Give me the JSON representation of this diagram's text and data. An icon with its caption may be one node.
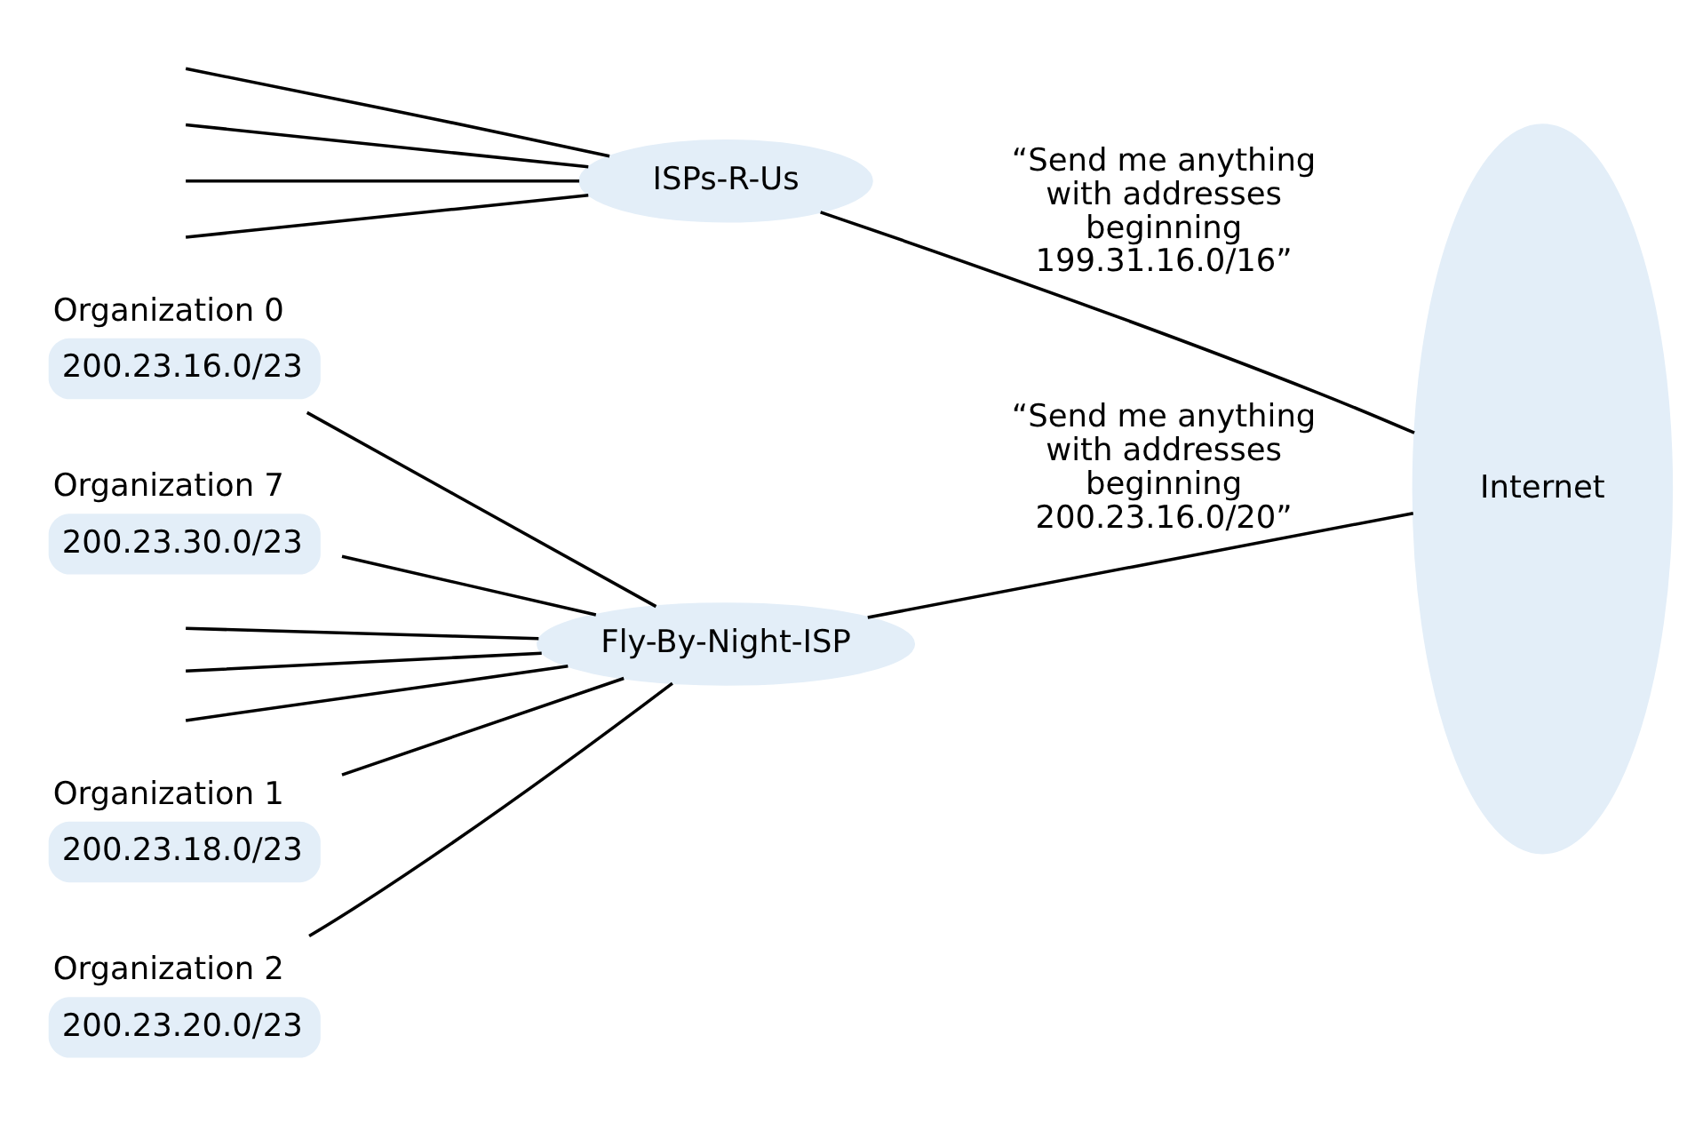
{
  "diagram": {
    "nodes": [
      {
        "text": [
          "Organization 0",
          "200.23.16.0/23"
        ]
      },
      {
        "text": [
          "Organization 1",
          "200.23.18.0/23"
        ]
      },
      {
        "text": [
          "Organization 2",
          "200.23.20.0/23"
        ]
      },
      {
        "text": [
          "Organization 7",
          "200.23.30.0/23"
        ]
      },
      {
        "text": [
          "Fly-By-Night-ISP"
        ]
      },
      {
        "text": [
          "ISPs-R-Us"
        ]
      },
      {
        "text": [
          "Internet"
        ]
      }
    ],
    "edges": [
      {
        "from": 0,
        "to": 4,
        "arrow": "none"
      },
      {
        "from": 1,
        "to": 4,
        "arrow": "none"
      },
      {
        "from": 2,
        "to": 4,
        "arrow": "none"
      },
      {
        "from": null,
        "to": 4,
        "arrow": "none"
      },
      {
        "from": null,
        "to": 4,
        "arrow": "none"
      },
      {
        "from": null,
        "to": 4,
        "arrow": "none"
      },
      {
        "from": 3,
        "to": 4,
        "arrow": "none"
      },
      {
        "from": null,
        "to": 5,
        "arrow": "none"
      },
      {
        "from": null,
        "to": 5,
        "arrow": "none"
      },
      {
        "from": null,
        "to": 5,
        "arrow": "none"
      },
      {
        "from": null,
        "to": 5,
        "arrow": "none"
      },
      {
        "from": 4,
        "to": 6,
        "arrow": "none",
        "label": "“Send me anything with addresses beginning 200.23.16.0/20”"
      },
      {
        "from": 5,
        "to": 6,
        "arrow": "none",
        "label": "“Send me anything with addresses beginning 199.31.16.0/16”"
      }
    ]
  }
}
